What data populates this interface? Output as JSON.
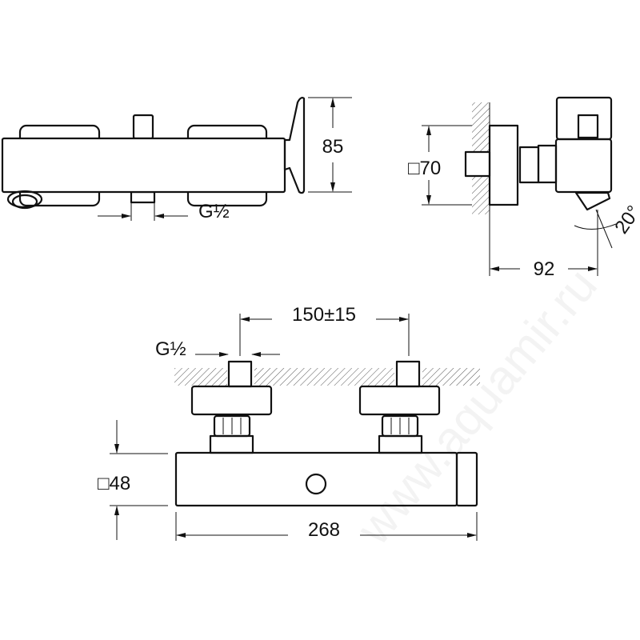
{
  "watermark": "www.aquamir.ru",
  "top_view": {
    "height_dim": "85",
    "thread_dim": "G½"
  },
  "side_view": {
    "flange_dim": "□70",
    "depth_dim": "92",
    "angle_dim": "20°"
  },
  "front_view": {
    "spacing_dim": "150±15",
    "thread_dim": "G½",
    "body_dim": "□48",
    "length_dim": "268"
  },
  "colors": {
    "line": "#111111",
    "background": "#ffffff"
  }
}
